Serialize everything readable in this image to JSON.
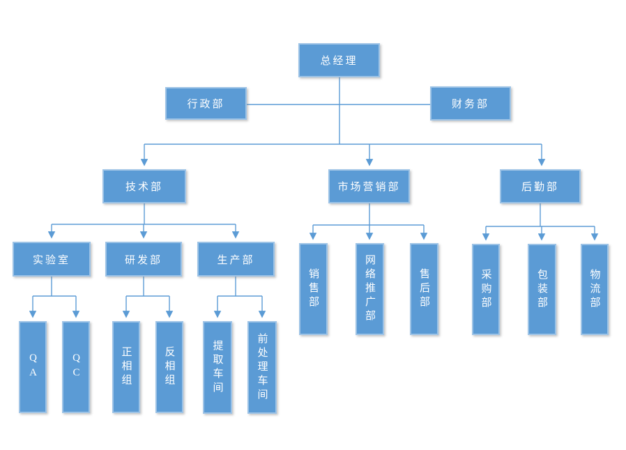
{
  "colors": {
    "fill": "#5b9bd5",
    "border": "#9dc3e6",
    "line": "#5b9bd5",
    "text": "#ffffff"
  },
  "org_chart": {
    "type": "organization-chart",
    "root": "总经理",
    "nodes": [
      {
        "label": "总经理",
        "parent": null,
        "level": 1,
        "orientation": "horizontal"
      },
      {
        "label": "行政部",
        "parent": "总经理",
        "level": 2,
        "orientation": "horizontal"
      },
      {
        "label": "财务部",
        "parent": "总经理",
        "level": 2,
        "orientation": "horizontal"
      },
      {
        "label": "技术部",
        "parent": "总经理",
        "level": 3,
        "orientation": "horizontal"
      },
      {
        "label": "市场营销部",
        "parent": "总经理",
        "level": 3,
        "orientation": "horizontal"
      },
      {
        "label": "后勤部",
        "parent": "总经理",
        "level": 3,
        "orientation": "horizontal"
      },
      {
        "label": "实验室",
        "parent": "技术部",
        "level": 4,
        "orientation": "horizontal"
      },
      {
        "label": "研发部",
        "parent": "技术部",
        "level": 4,
        "orientation": "horizontal"
      },
      {
        "label": "生产部",
        "parent": "技术部",
        "level": 4,
        "orientation": "horizontal"
      },
      {
        "label": "QA",
        "parent": "实验室",
        "level": 5,
        "orientation": "vertical"
      },
      {
        "label": "QC",
        "parent": "实验室",
        "level": 5,
        "orientation": "vertical"
      },
      {
        "label": "正相组",
        "parent": "研发部",
        "level": 5,
        "orientation": "vertical"
      },
      {
        "label": "反相组",
        "parent": "研发部",
        "level": 5,
        "orientation": "vertical"
      },
      {
        "label": "提取车间",
        "parent": "生产部",
        "level": 5,
        "orientation": "vertical"
      },
      {
        "label": "前处理车间",
        "parent": "生产部",
        "level": 5,
        "orientation": "vertical"
      },
      {
        "label": "销售部",
        "parent": "市场营销部",
        "level": 4,
        "orientation": "vertical"
      },
      {
        "label": "网络推广部",
        "parent": "市场营销部",
        "level": 4,
        "orientation": "vertical"
      },
      {
        "label": "售后部",
        "parent": "市场营销部",
        "level": 4,
        "orientation": "vertical"
      },
      {
        "label": "采购部",
        "parent": "后勤部",
        "level": 4,
        "orientation": "vertical"
      },
      {
        "label": "包装部",
        "parent": "后勤部",
        "level": 4,
        "orientation": "vertical"
      },
      {
        "label": "物流部",
        "parent": "后勤部",
        "level": 4,
        "orientation": "vertical"
      }
    ]
  }
}
